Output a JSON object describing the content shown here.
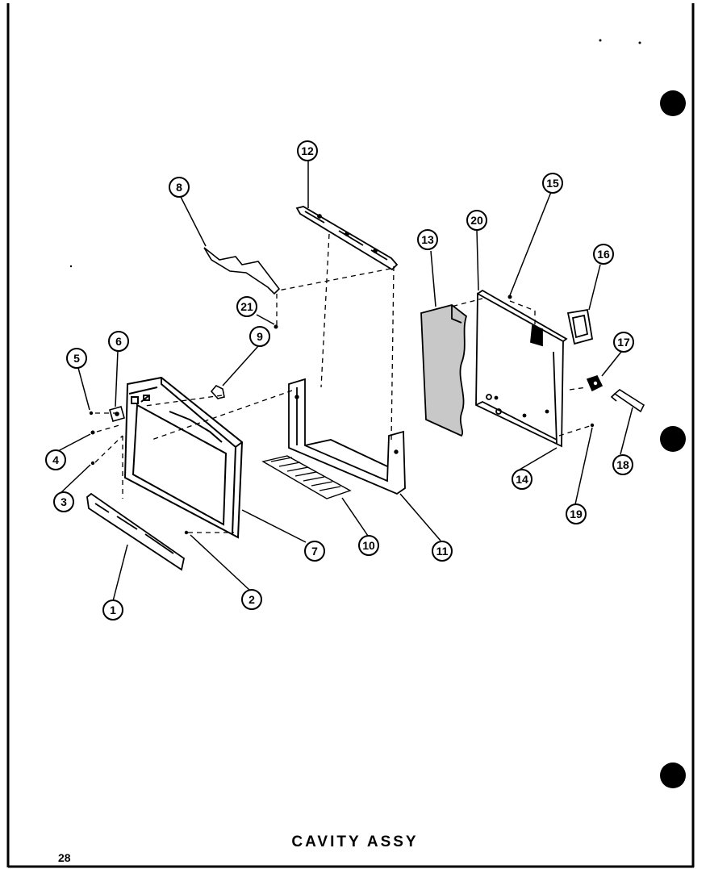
{
  "title": "CAVITY ASSY",
  "page_number": "28",
  "callouts": [
    {
      "id": "c1",
      "label": "1"
    },
    {
      "id": "c2",
      "label": "2"
    },
    {
      "id": "c3",
      "label": "3"
    },
    {
      "id": "c4",
      "label": "4"
    },
    {
      "id": "c5",
      "label": "5"
    },
    {
      "id": "c6",
      "label": "6"
    },
    {
      "id": "c7",
      "label": "7"
    },
    {
      "id": "c8",
      "label": "8"
    },
    {
      "id": "c9",
      "label": "9"
    },
    {
      "id": "c10",
      "label": "10"
    },
    {
      "id": "c11",
      "label": "11"
    },
    {
      "id": "c12",
      "label": "12"
    },
    {
      "id": "c13",
      "label": "13"
    },
    {
      "id": "c14",
      "label": "14"
    },
    {
      "id": "c15",
      "label": "15"
    },
    {
      "id": "c16",
      "label": "16"
    },
    {
      "id": "c17",
      "label": "17"
    },
    {
      "id": "c18",
      "label": "18"
    },
    {
      "id": "c19",
      "label": "19"
    },
    {
      "id": "c20",
      "label": "20"
    },
    {
      "id": "c21",
      "label": "21"
    }
  ]
}
